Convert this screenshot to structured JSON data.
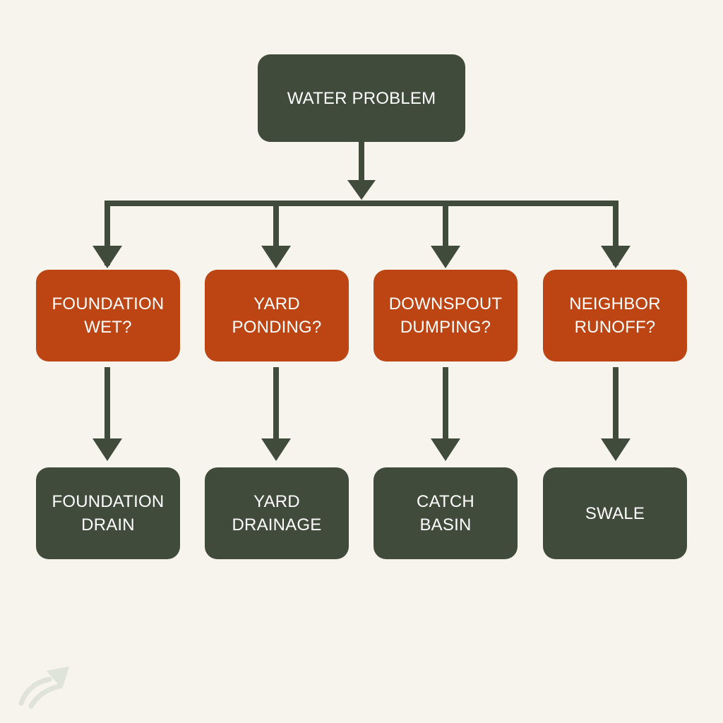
{
  "diagram": {
    "root": {
      "label": "WATER PROBLEM"
    },
    "questions": [
      {
        "line1": "FOUNDATION",
        "line2": "WET?"
      },
      {
        "line1": "YARD",
        "line2": "PONDING?"
      },
      {
        "line1": "DOWNSPOUT",
        "line2": "DUMPING?"
      },
      {
        "line1": "NEIGHBOR",
        "line2": "RUNOFF?"
      }
    ],
    "solutions": [
      {
        "line1": "FOUNDATION",
        "line2": "DRAIN"
      },
      {
        "line1": "YARD",
        "line2": "DRAINAGE"
      },
      {
        "line1": "CATCH",
        "line2": "BASIN"
      },
      {
        "line1": "SWALE",
        "line2": ""
      }
    ]
  },
  "colors": {
    "background": "#f6f4ec",
    "dark_node": "#414b3b",
    "question_node": "#bd4513",
    "connector": "#414b3b",
    "text": "#ffffff"
  },
  "icons": {
    "watermark": "arrow-logo-icon"
  }
}
